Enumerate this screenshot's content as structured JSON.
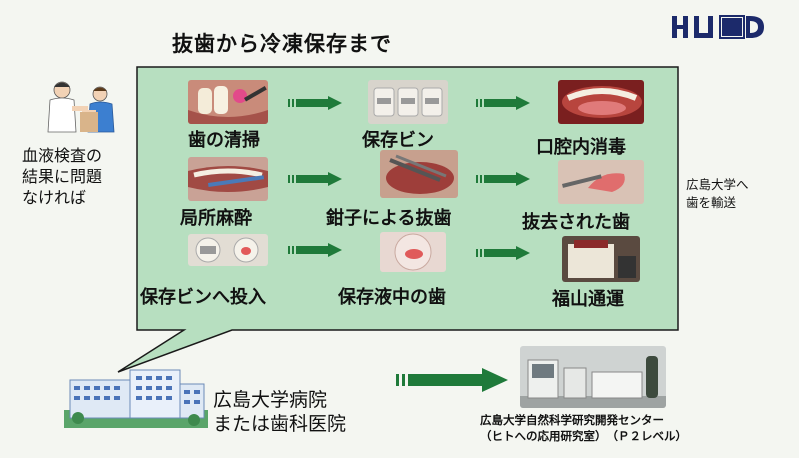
{
  "title": "抜歯から冷凍保存まで",
  "logo_text": "HUD",
  "left_note": [
    "血液検査の",
    "結果に問題",
    "なければ"
  ],
  "right_note": [
    "広島大学へ",
    "歯を輸送"
  ],
  "steps": [
    {
      "label": "歯の清掃"
    },
    {
      "label": "保存ビン"
    },
    {
      "label": "口腔内消毒"
    },
    {
      "label": "局所麻酔"
    },
    {
      "label": "鉗子による抜歯"
    },
    {
      "label": "抜去された歯"
    },
    {
      "label": "保存ビンへ投入"
    },
    {
      "label": "保存液中の歯"
    },
    {
      "label": "福山通運"
    }
  ],
  "hospital_label": [
    "広島大学病院",
    "または歯科医院"
  ],
  "center_label": [
    "広島大学自然科学研究開発センター",
    "（ヒトへの応用研究室）　（Ｐ２レベル）"
  ],
  "colors": {
    "panel": "#b7dfc0",
    "arrow": "#1f7a3a",
    "panel_border": "#1a1a1a"
  }
}
